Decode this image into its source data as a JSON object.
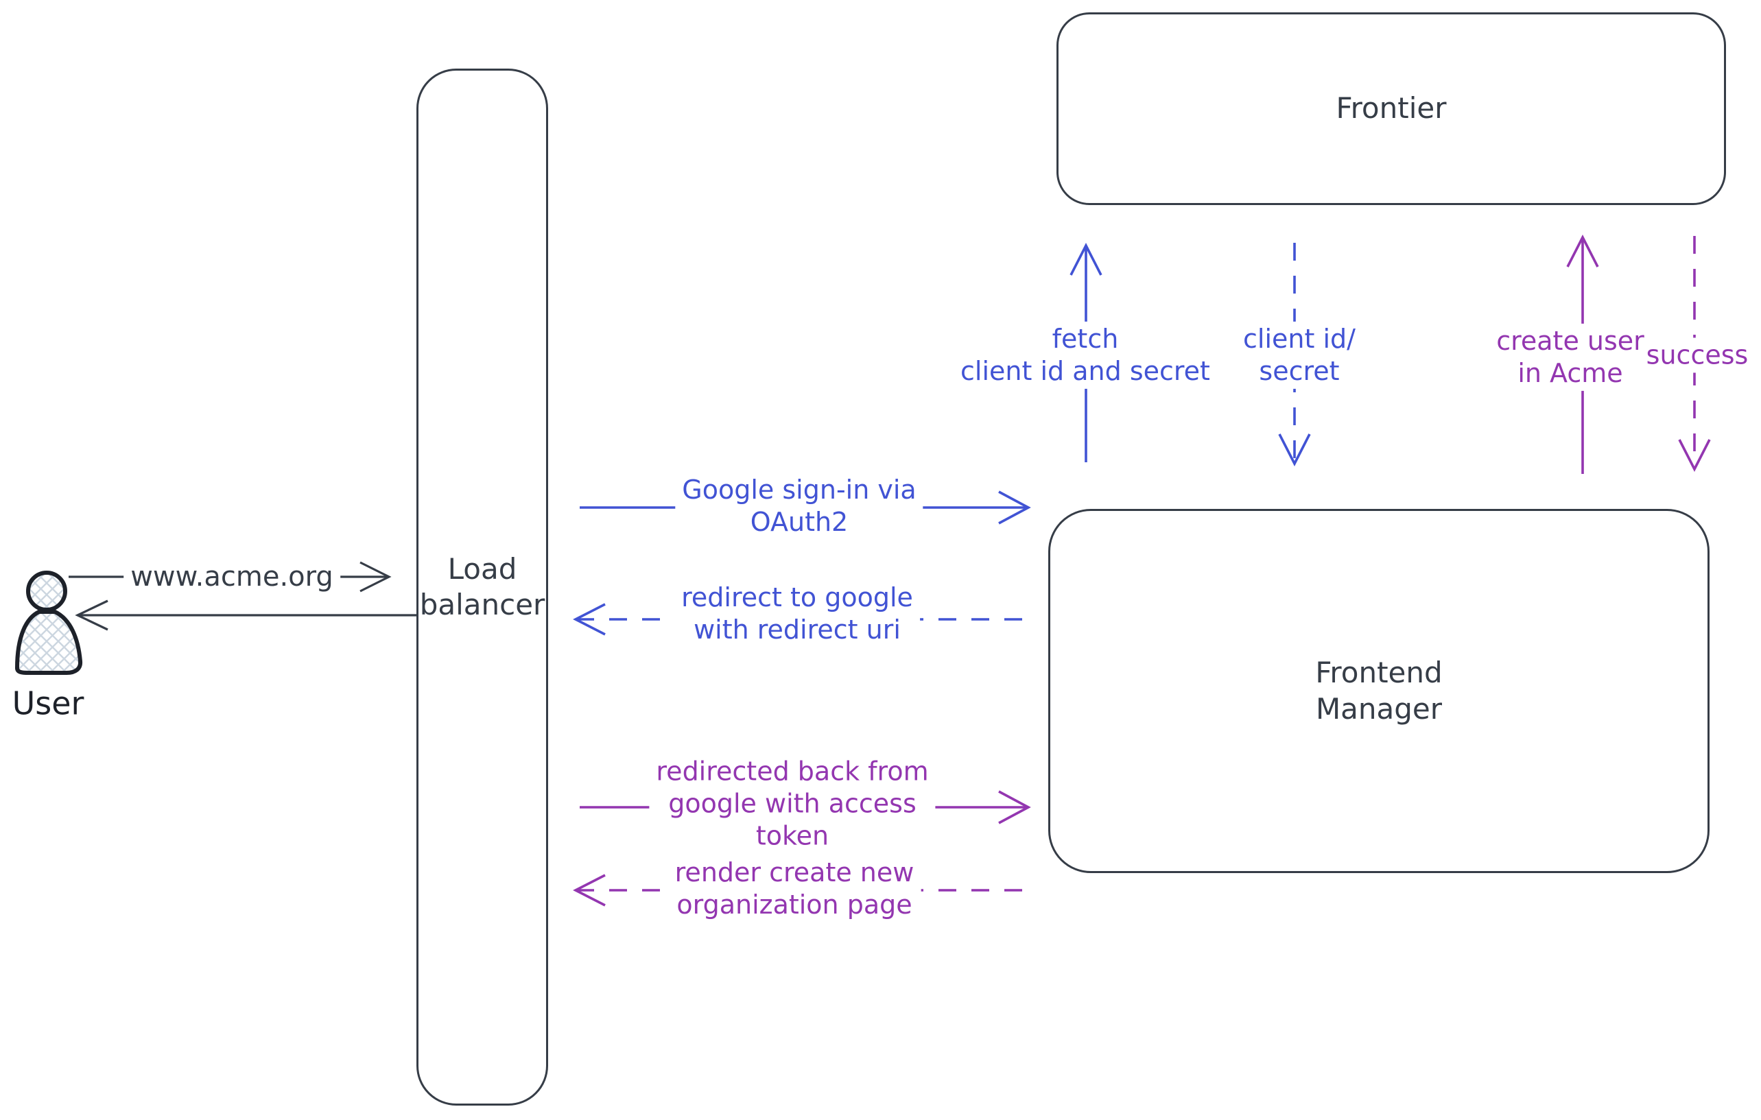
{
  "diagram": {
    "type": "flow-diagram",
    "background": "#ffffff",
    "colors": {
      "dark": "#363d47",
      "ink": "#1d2129",
      "blue": "#4153d4",
      "purple": "#9336b0",
      "hatch": "#ccd6e0",
      "bg": "#ffffff"
    },
    "nodes": {
      "user": {
        "label": "User",
        "shape": "person-figure"
      },
      "load_balancer": {
        "line1": "Load",
        "line2": "balancer",
        "shape": "tall-rounded-rectangle"
      },
      "frontier": {
        "label": "Frontier",
        "shape": "rounded-rectangle"
      },
      "frontend_manager": {
        "line1": "Frontend",
        "line2": "Manager",
        "shape": "rounded-rectangle"
      }
    },
    "edges": {
      "www_acme": {
        "label": "www.acme.org",
        "from": "user",
        "to": "load_balancer",
        "style": "solid",
        "color": "dark",
        "direction": "right"
      },
      "lb_return": {
        "label": "",
        "from": "load_balancer",
        "to": "user",
        "style": "solid",
        "color": "dark",
        "direction": "left"
      },
      "google_signin": {
        "line1": "Google sign-in via",
        "line2": "OAuth2",
        "from": "load_balancer",
        "to": "frontend_manager",
        "style": "solid",
        "color": "blue",
        "direction": "right"
      },
      "redirect_google": {
        "line1": "redirect to google",
        "line2": "with redirect uri",
        "from": "frontend_manager",
        "to": "load_balancer",
        "style": "dashed",
        "color": "blue",
        "direction": "left"
      },
      "fetch_client": {
        "line1": "fetch",
        "line2": "client id and secret",
        "from": "frontend_manager",
        "to": "frontier",
        "style": "solid",
        "color": "blue",
        "direction": "up"
      },
      "client_id": {
        "line1": "client id/",
        "line2": "secret",
        "from": "frontier",
        "to": "frontend_manager",
        "style": "dashed",
        "color": "blue",
        "direction": "down"
      },
      "create_user": {
        "line1": "create user",
        "line2": "in Acme",
        "from": "frontend_manager",
        "to": "frontier",
        "style": "solid",
        "color": "purple",
        "direction": "up"
      },
      "success": {
        "label": "success",
        "from": "frontier",
        "to": "frontend_manager",
        "style": "dashed",
        "color": "purple",
        "direction": "down"
      },
      "redirected_back": {
        "line1": "redirected back from",
        "line2": "google with access",
        "line3": "token",
        "from": "load_balancer",
        "to": "frontend_manager",
        "style": "solid",
        "color": "purple",
        "direction": "right"
      },
      "render_page": {
        "line1": "render create new",
        "line2": "organization page",
        "from": "frontend_manager",
        "to": "load_balancer",
        "style": "dashed",
        "color": "purple",
        "direction": "left"
      }
    }
  }
}
